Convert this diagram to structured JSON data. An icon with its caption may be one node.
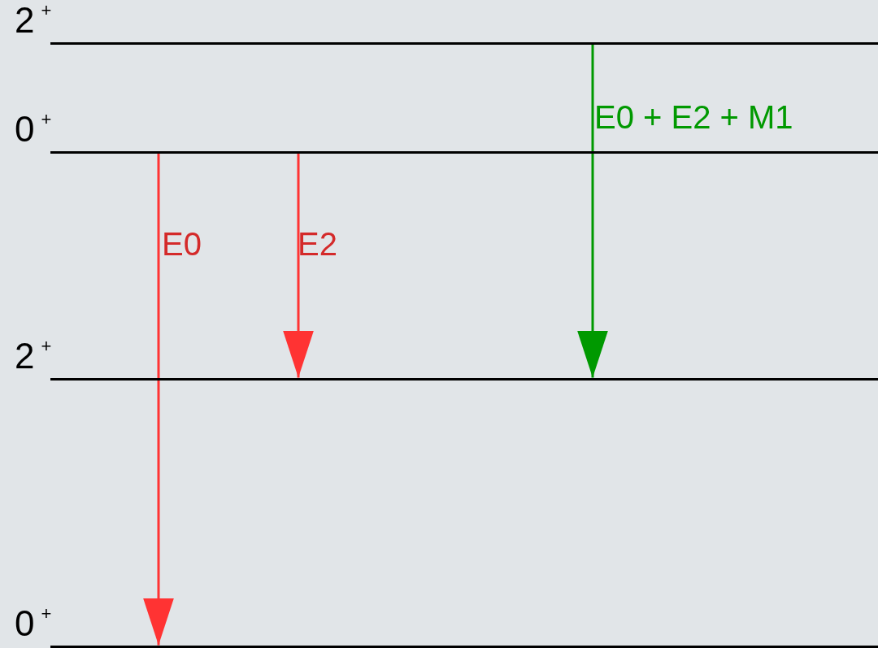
{
  "diagram": {
    "nodes": [
      {
        "text": [],
        "shape": "bar",
        "beside": [
          "2$^{+}$"
        ]
      },
      {
        "text": [],
        "shape": "bar",
        "beside": [
          "0$^{+}$"
        ]
      },
      {
        "text": [],
        "shape": "bar",
        "beside": [
          "2$^{+}$"
        ]
      },
      {
        "text": [],
        "shape": "bar",
        "beside": [
          "0$^{+}$"
        ]
      }
    ],
    "edges": [
      {
        "from": 1,
        "to": 3,
        "arrow": "to",
        "label": "E0"
      },
      {
        "from": 1,
        "to": 2,
        "arrow": "to",
        "label": "E2"
      },
      {
        "from": 0,
        "to": 2,
        "arrow": "to",
        "label": "E0 + E2 + M1",
        "color": "#009900"
      }
    ]
  }
}
